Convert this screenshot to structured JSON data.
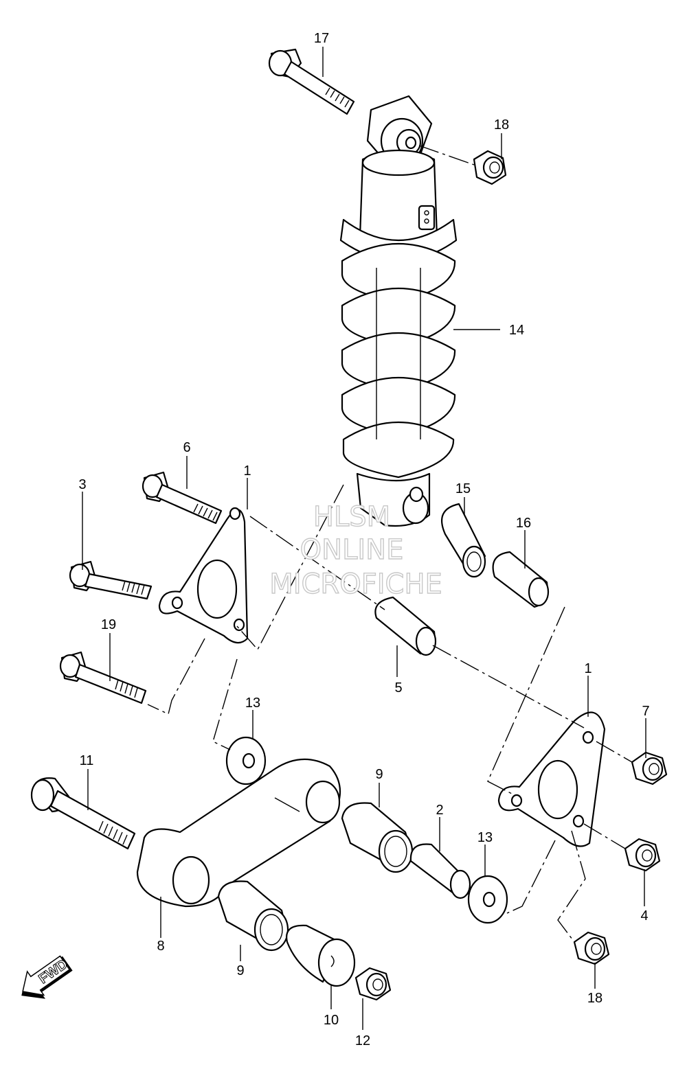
{
  "callouts": [
    "17",
    "18",
    "14",
    "6",
    "1",
    "3",
    "15",
    "16",
    "19",
    "5",
    "1",
    "7",
    "13",
    "11",
    "9",
    "2",
    "13",
    "4",
    "8",
    "9",
    "18",
    "10",
    "12"
  ],
  "watermark": {
    "line1": "HLSM",
    "line2": "ONLINE",
    "line3": "MICROFICHE"
  },
  "fwd_label": "FWD"
}
